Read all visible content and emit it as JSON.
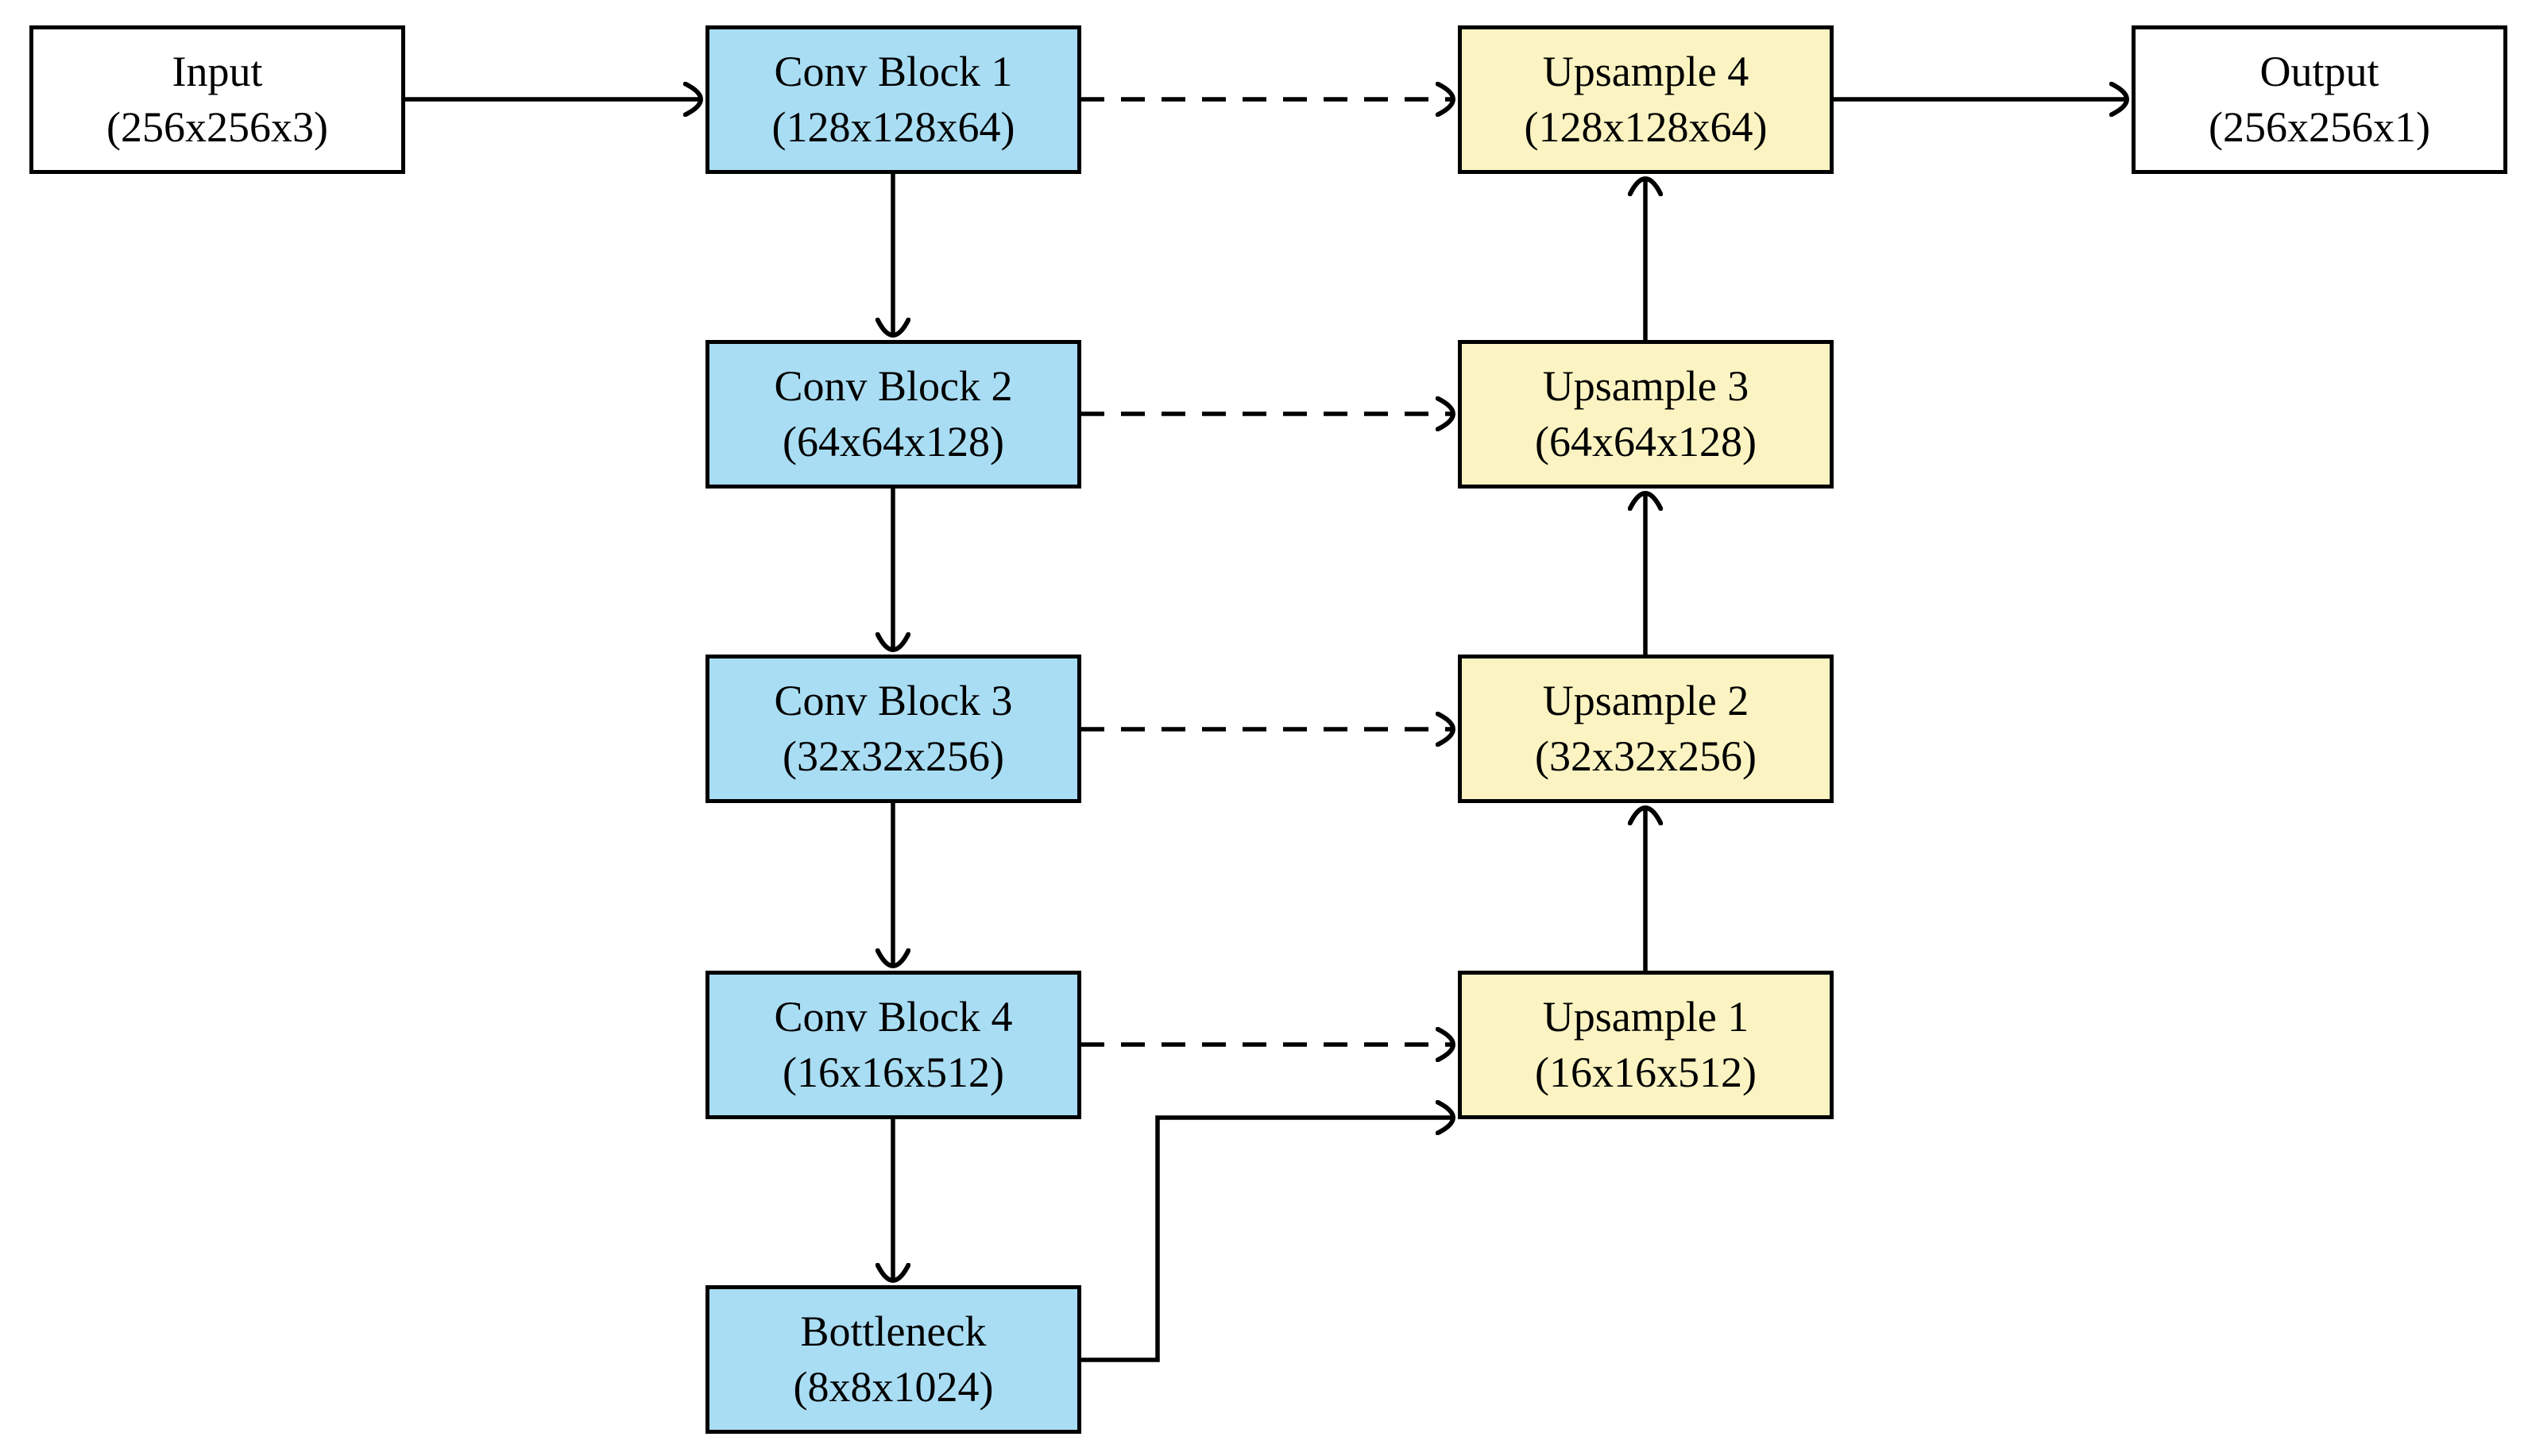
{
  "nodes": {
    "input": {
      "label": "Input",
      "dims": "(256x256x3)"
    },
    "conv1": {
      "label": "Conv Block 1",
      "dims": "(128x128x64)"
    },
    "conv2": {
      "label": "Conv Block 2",
      "dims": "(64x64x128)"
    },
    "conv3": {
      "label": "Conv Block 3",
      "dims": "(32x32x256)"
    },
    "conv4": {
      "label": "Conv Block 4",
      "dims": "(16x16x512)"
    },
    "bottleneck": {
      "label": "Bottleneck",
      "dims": "(8x8x1024)"
    },
    "up4": {
      "label": "Upsample 4",
      "dims": "(128x128x64)"
    },
    "up3": {
      "label": "Upsample 3",
      "dims": "(64x64x128)"
    },
    "up2": {
      "label": "Upsample 2",
      "dims": "(32x32x256)"
    },
    "up1": {
      "label": "Upsample 1",
      "dims": "(16x16x512)"
    },
    "output": {
      "label": "Output",
      "dims": "(256x256x1)"
    }
  },
  "edges": [
    {
      "from": "input",
      "to": "conv1",
      "style": "solid-arrow"
    },
    {
      "from": "conv1",
      "to": "conv2",
      "style": "solid-arrow"
    },
    {
      "from": "conv2",
      "to": "conv3",
      "style": "solid-arrow"
    },
    {
      "from": "conv3",
      "to": "conv4",
      "style": "solid-arrow"
    },
    {
      "from": "conv4",
      "to": "bottleneck",
      "style": "solid-arrow"
    },
    {
      "from": "bottleneck",
      "to": "up1",
      "style": "solid-arrow-elbow"
    },
    {
      "from": "up1",
      "to": "up2",
      "style": "solid-arrow"
    },
    {
      "from": "up2",
      "to": "up3",
      "style": "solid-arrow"
    },
    {
      "from": "up3",
      "to": "up4",
      "style": "solid-arrow"
    },
    {
      "from": "up4",
      "to": "output",
      "style": "solid-arrow"
    },
    {
      "from": "conv1",
      "to": "up4",
      "style": "dashed-arrow"
    },
    {
      "from": "conv2",
      "to": "up3",
      "style": "dashed-arrow"
    },
    {
      "from": "conv3",
      "to": "up2",
      "style": "dashed-arrow"
    },
    {
      "from": "conv4",
      "to": "up1",
      "style": "dashed-arrow"
    }
  ],
  "colors": {
    "conv_fill": "#a9ddf3",
    "upsample_fill": "#fbf4c2",
    "io_fill": "#ffffff",
    "stroke": "#000000"
  }
}
